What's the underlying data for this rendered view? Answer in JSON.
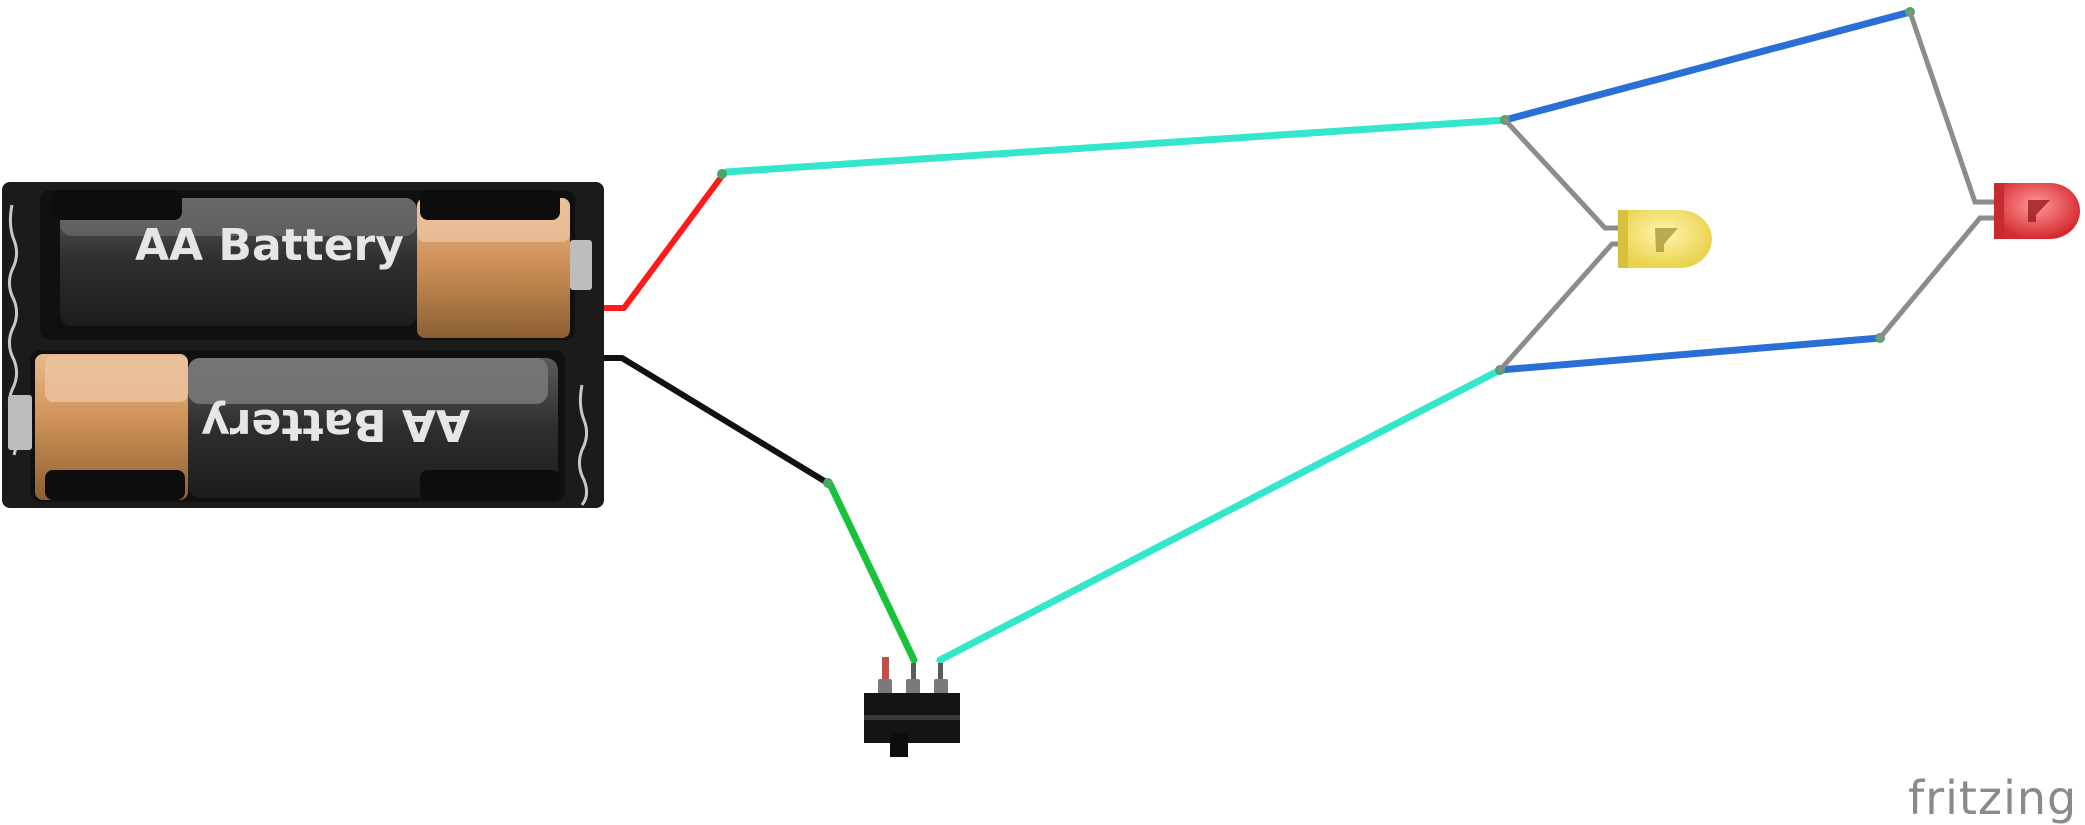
{
  "diagram": {
    "battery_pack": {
      "cell_top_label": "AA Battery",
      "cell_bottom_label": "AA Battery"
    },
    "components": {
      "switch": "slide-switch",
      "led_yellow_color": "#f2df5a",
      "led_red_color": "#e8393e"
    },
    "wire_colors": {
      "red": "#ff1a1a",
      "black": "#111111",
      "green": "#18c23a",
      "cyan": "#33e6cc",
      "blue": "#2a6fd6",
      "lead": "#8c8c8c"
    },
    "logo": "fritzing"
  }
}
